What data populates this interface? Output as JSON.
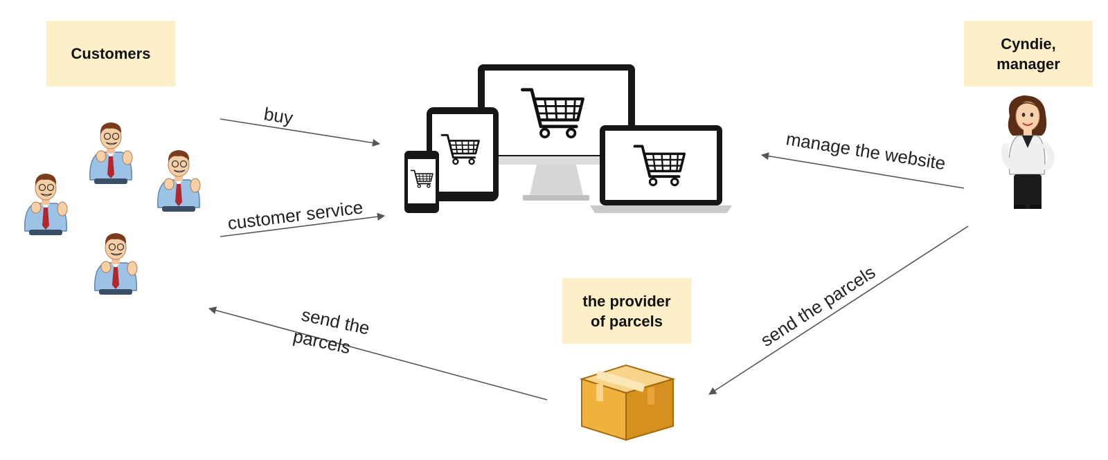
{
  "actors": {
    "customers": {
      "label": "Customers",
      "icon": "businessman-icon",
      "count": 4
    },
    "manager": {
      "label": "Cyndie,\nmanager",
      "icon": "businesswoman-icon"
    },
    "provider": {
      "label": "the provider\nof parcels",
      "icon": "parcel-box-icon"
    }
  },
  "center": {
    "icon": "online-shop-devices-icon",
    "device_icons": [
      "desktop-monitor-icon",
      "tablet-icon",
      "smartphone-icon",
      "laptop-icon",
      "shopping-cart-icon"
    ]
  },
  "flows": {
    "buy": "buy",
    "customer_service": "customer service",
    "manage_website": "manage the website",
    "send_parcels_manager": "send the parcels",
    "send_parcels_customers_1": "send the",
    "send_parcels_customers_2": "parcels"
  },
  "colors": {
    "box_fill": "#fdf0c8",
    "arrow": "#555555",
    "box_orange": "#f0b23c"
  }
}
